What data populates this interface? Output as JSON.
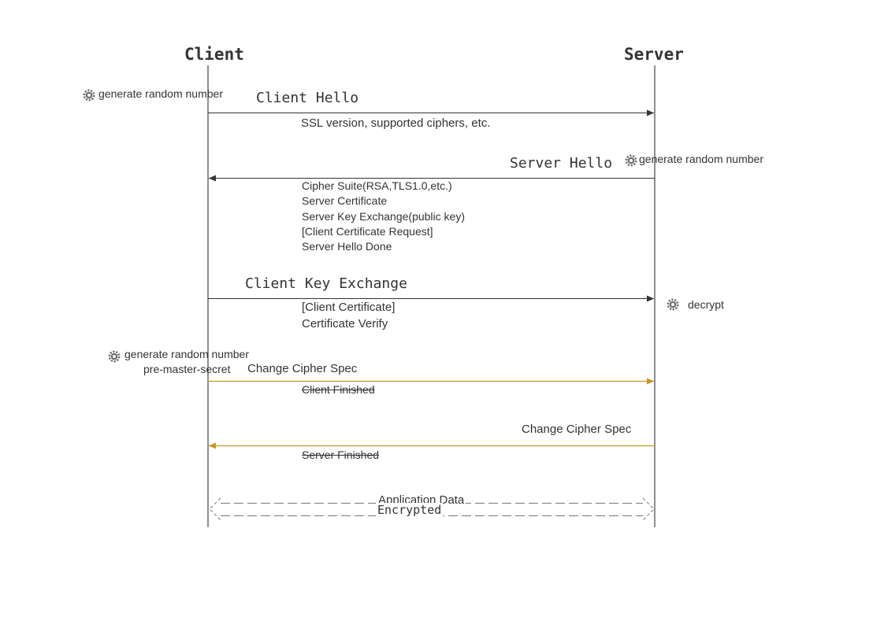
{
  "actors": {
    "client": "Client",
    "server": "Server"
  },
  "colors": {
    "line": "#333333",
    "accent": "#c8961e",
    "gear": "#6e6e6e"
  },
  "steps": {
    "client_hello": {
      "label": "Client Hello",
      "note": "generate random number",
      "details": [
        "SSL version, supported ciphers, etc."
      ]
    },
    "server_hello": {
      "label": "Server Hello",
      "note": "generate random number",
      "details": [
        "Cipher Suite(RSA,TLS1.0,etc.)",
        "Server Certificate",
        "Server Key Exchange(public key)",
        "[Client Certificate Request]",
        "Server Hello Done"
      ]
    },
    "client_key_exchange": {
      "label": "Client Key Exchange",
      "note": "decrypt",
      "details": [
        "[Client Certificate]",
        "Certificate Verify"
      ]
    },
    "client_change_cipher": {
      "label": "Change Cipher Spec",
      "note_line1": "generate random number",
      "note_line2": "pre-master-secret",
      "detail": "Client Finished"
    },
    "server_change_cipher": {
      "label": "Change Cipher Spec",
      "detail": "Server Finished"
    },
    "application_data": {
      "label": "Application Data",
      "sublabel": "Encrypted"
    }
  }
}
